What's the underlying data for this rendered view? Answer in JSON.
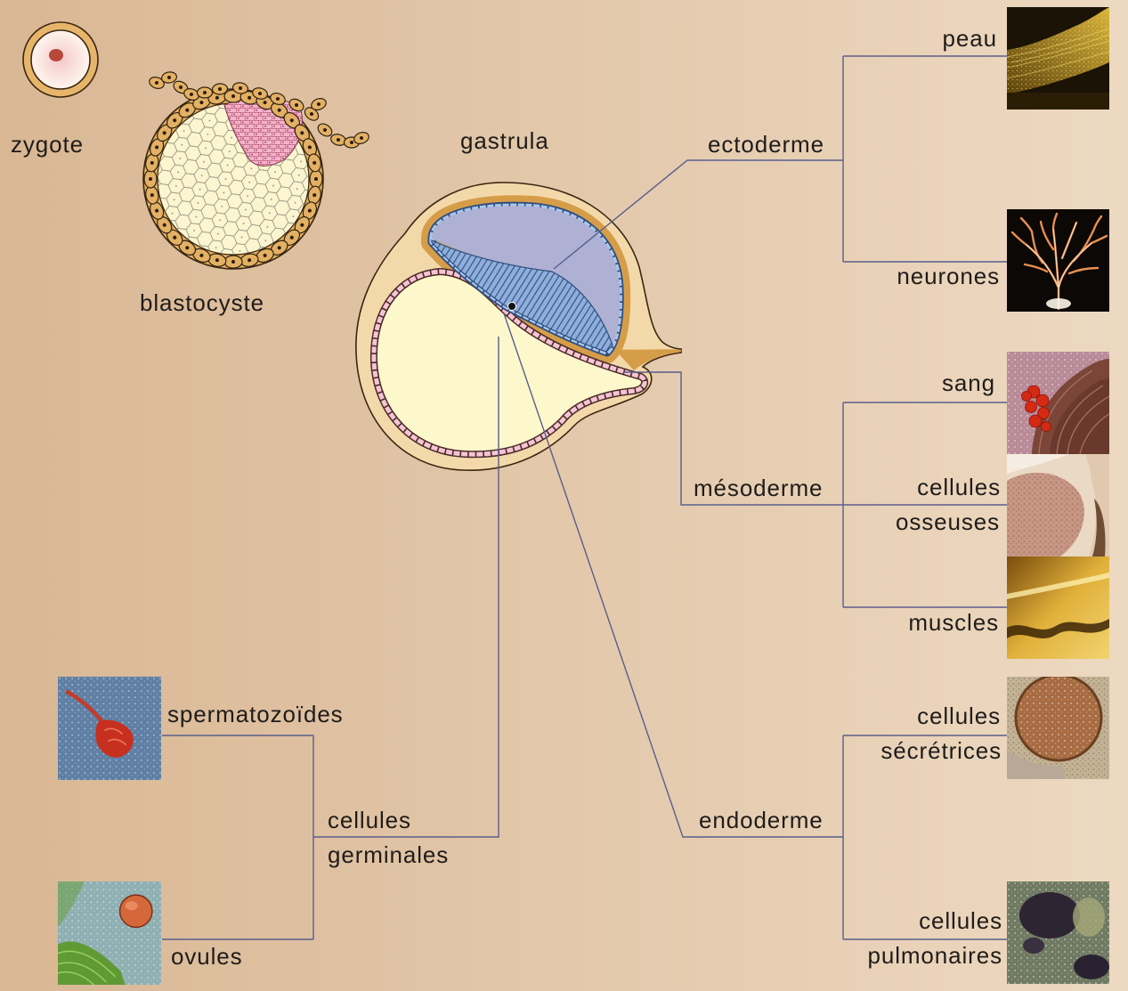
{
  "stages": {
    "zygote": "zygote",
    "blastocyste": "blastocyste",
    "gastrula": "gastrula"
  },
  "ectoderme": {
    "label": "ectoderme",
    "tissues": [
      {
        "lines": [
          "peau"
        ]
      },
      {
        "lines": [
          "neurones"
        ]
      }
    ]
  },
  "mesoderme": {
    "label": "mésoderme",
    "tissues": [
      {
        "lines": [
          "sang"
        ]
      },
      {
        "lines": [
          "cellules",
          "osseuses"
        ]
      },
      {
        "lines": [
          "muscles"
        ]
      }
    ]
  },
  "endoderme": {
    "label": "endoderme",
    "tissues": [
      {
        "lines": [
          "cellules",
          "sécrétrices"
        ]
      },
      {
        "lines": [
          "cellules",
          "pulmonaires"
        ]
      }
    ]
  },
  "germinales": {
    "lines": [
      "cellules",
      "germinales"
    ],
    "tissues": [
      {
        "lines": [
          "spermatozoïdes"
        ]
      },
      {
        "lines": [
          "ovules"
        ]
      }
    ]
  },
  "colors": {
    "background_left": "#d9b794",
    "background_right": "#edd9c1",
    "connector_line": "#5a5e8c",
    "label_text": "#1f1c1a"
  }
}
